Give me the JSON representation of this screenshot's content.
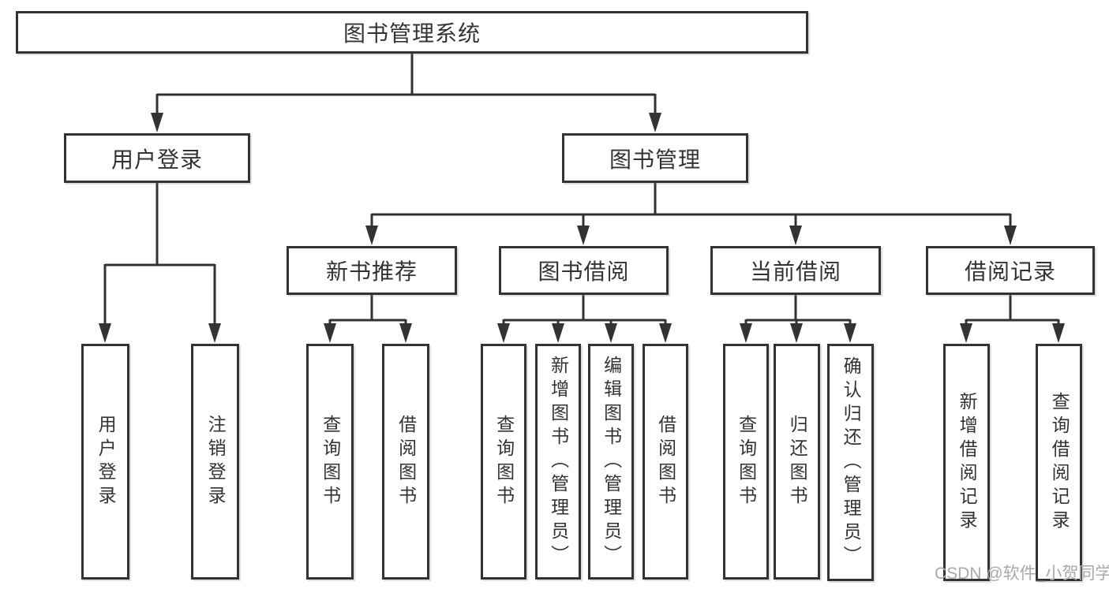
{
  "watermark": "CSDN @软件_小贺同学",
  "colors": {
    "line": "#333333",
    "box_border": "#333333",
    "box_background": "#ffffff",
    "text": "#333333",
    "watermark": "#a8a8b0"
  },
  "tree": {
    "root": "图书管理系统",
    "branches": [
      {
        "label": "用户登录",
        "children": [
          "用户登录",
          "注销登录"
        ]
      },
      {
        "label": "图书管理",
        "children": [
          {
            "label": "新书推荐",
            "children": [
              "查询图书",
              "借阅图书"
            ]
          },
          {
            "label": "图书借阅",
            "children": [
              "查询图书",
              "新增图书（管理员）",
              "编辑图书（管理员）",
              "借阅图书"
            ]
          },
          {
            "label": "当前借阅",
            "children": [
              "查询图书",
              "归还图书",
              "确认归还（管理员）"
            ]
          },
          {
            "label": "借阅记录",
            "children": [
              "新增借阅记录",
              "查询借阅记录"
            ]
          }
        ]
      }
    ]
  }
}
